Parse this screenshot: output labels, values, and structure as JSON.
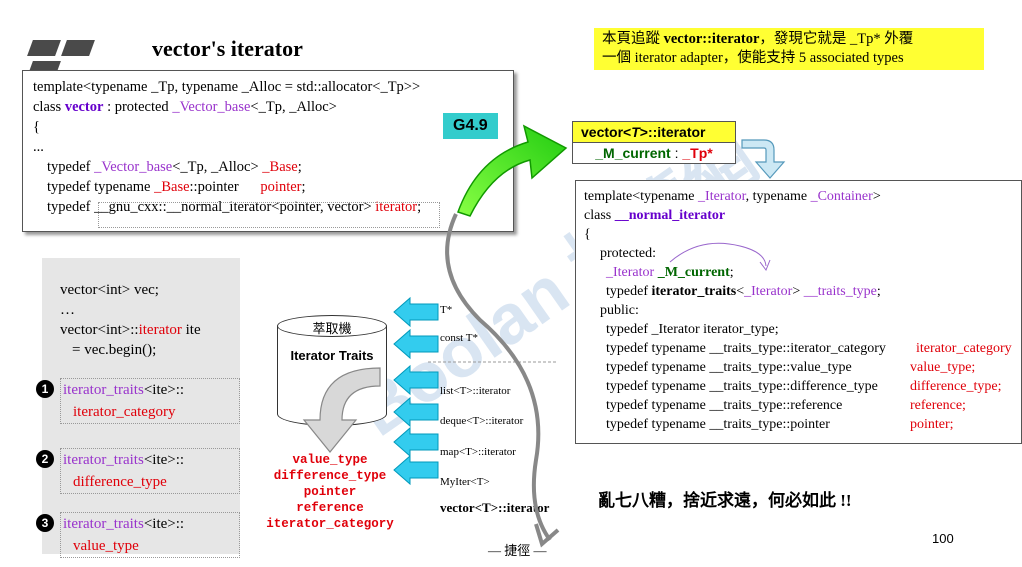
{
  "title": "vector's iterator",
  "note": {
    "line1_a": "本頁追蹤 ",
    "line1_b": "vector::iterator",
    "line1_c": "，發現它就是 _Tp* 外覆",
    "line2": "一個 iterator adapter，使能支持 5 associated types"
  },
  "box1": {
    "l1": "template<typename _Tp, typename _Alloc = std::allocator<_Tp>>",
    "l2a": "class ",
    "l2b": "vector",
    "l2c": " : protected ",
    "l2d": "_Vector_base",
    "l2e": "<_Tp, _Alloc>",
    "l3": "{",
    "l4": "...",
    "l5a": "typedef ",
    "l5b": "_Vector_base",
    "l5c": "<_Tp, _Alloc> ",
    "l5d": "_Base",
    "l5e": ";",
    "l6a": "typedef typename ",
    "l6b": "_Base",
    "l6c": "::pointer",
    "l6d": "pointer",
    "l6e": ";",
    "l7a": "typedef ",
    "l7b": "__gnu_cxx::__normal_iterator",
    "l7c": "<pointer, vector>",
    "l7d": "iterator",
    "l7e": ";",
    "badge": "G4.9"
  },
  "vbox": {
    "head_a": "vector<",
    "head_b": "T",
    "head_c": ">::iterator",
    "body_a": "_M_current",
    "body_b": " : ",
    "body_c": "_Tp*"
  },
  "box2": {
    "l1a": "template<typename ",
    "l1b": "_Iterator",
    "l1c": ", typename ",
    "l1d": "_Container",
    "l1e": ">",
    "l2a": "class ",
    "l2b": "__normal_iterator",
    "l3": "{",
    "l4": "protected:",
    "l5a": "_Iterator ",
    "l5b": "_M_current",
    "l5c": ";",
    "l6a": "typedef ",
    "l6b": "iterator_traits",
    "l6c": "<",
    "l6d": "_Iterator",
    "l6e": "> ",
    "l6f": "__traits_type",
    "l6g": ";",
    "l7": "public:",
    "l8": "typedef _Iterator  iterator_type;",
    "rows": [
      {
        "a": "typedef typename __traits_type::iterator_category",
        "b": "iterator_category"
      },
      {
        "a": "typedef typename __traits_type::value_type",
        "b": "value_type;"
      },
      {
        "a": "typedef typename __traits_type::difference_type",
        "b": "difference_type;"
      },
      {
        "a": "typedef typename __traits_type::reference",
        "b": "reference;"
      },
      {
        "a": "typedef typename __traits_type::pointer",
        "b": "pointer;"
      }
    ],
    "l_end": "…"
  },
  "leftbox": {
    "l1": "vector<int> vec;",
    "l2": "…",
    "l3a": "vector<int>::",
    "l3b": "iterator",
    "l3c": " ite",
    "l4": "= vec.begin();",
    "items": [
      {
        "num": "1",
        "a": "iterator_traits",
        "b": "<ite>::",
        "c": "iterator_category"
      },
      {
        "num": "2",
        "a": "iterator_traits",
        "b": "<ite>::",
        "c": "difference_type"
      },
      {
        "num": "3",
        "a": "iterator_traits",
        "b": "<ite>::",
        "c": "value_type"
      }
    ]
  },
  "traits": {
    "machine": "萃取機",
    "label": "Iterator Traits",
    "types": [
      "value_type",
      "difference_type",
      "pointer",
      "reference",
      "iterator_category"
    ],
    "inputs": [
      "T*",
      "const T*",
      "list<T>::iterator",
      "deque<T>::iterator",
      "map<T>::iterator",
      "MyIter<T>"
    ],
    "vector_iter": "vector<T>::iterator",
    "shortcut": "— 捷徑 —"
  },
  "punchline": "亂七八糟，捨近求遠，何必如此 !!",
  "page_number": "100",
  "watermark": "Boolan 博覽網"
}
